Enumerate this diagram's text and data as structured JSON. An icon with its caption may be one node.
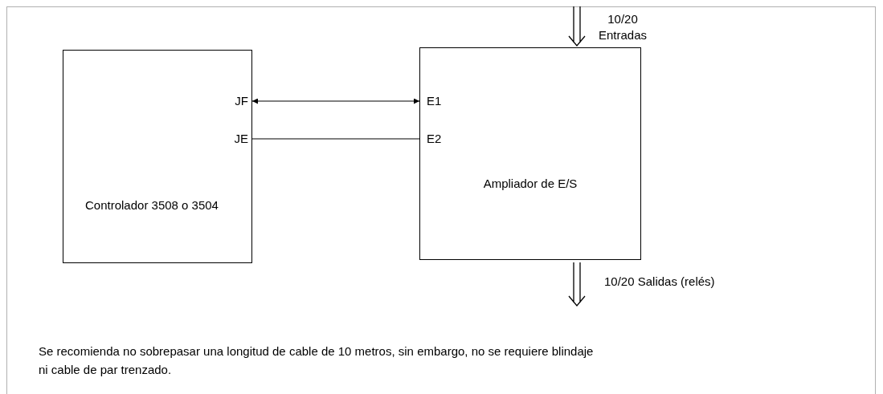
{
  "diagram": {
    "nodes": [
      {
        "text": [
          "Controlador 3508 o 3504"
        ]
      },
      {
        "text": [
          "JF"
        ],
        "in": 0
      },
      {
        "text": [
          "JE"
        ],
        "in": 0
      },
      {
        "text": [
          "Ampliador de E/S"
        ]
      },
      {
        "text": [
          "E1"
        ],
        "in": 3
      },
      {
        "text": [
          "E2"
        ],
        "in": 3
      }
    ],
    "edges": [
      {
        "from": 1,
        "to": 4,
        "arrow": "both"
      },
      {
        "from": 2,
        "to": 5,
        "arrow": "none"
      },
      {
        "from": null,
        "to": 3,
        "arrow": "to",
        "label": "10/20 Entradas"
      },
      {
        "from": 3,
        "to": null,
        "arrow": "to",
        "label": "10/20 Salidas (relés)"
      }
    ],
    "labels": [
      "Se recomienda no sobrepasar una longitud de cable de 10 metros, sin embargo, no se requiere blindaje ni cable de par trenzado."
    ]
  }
}
